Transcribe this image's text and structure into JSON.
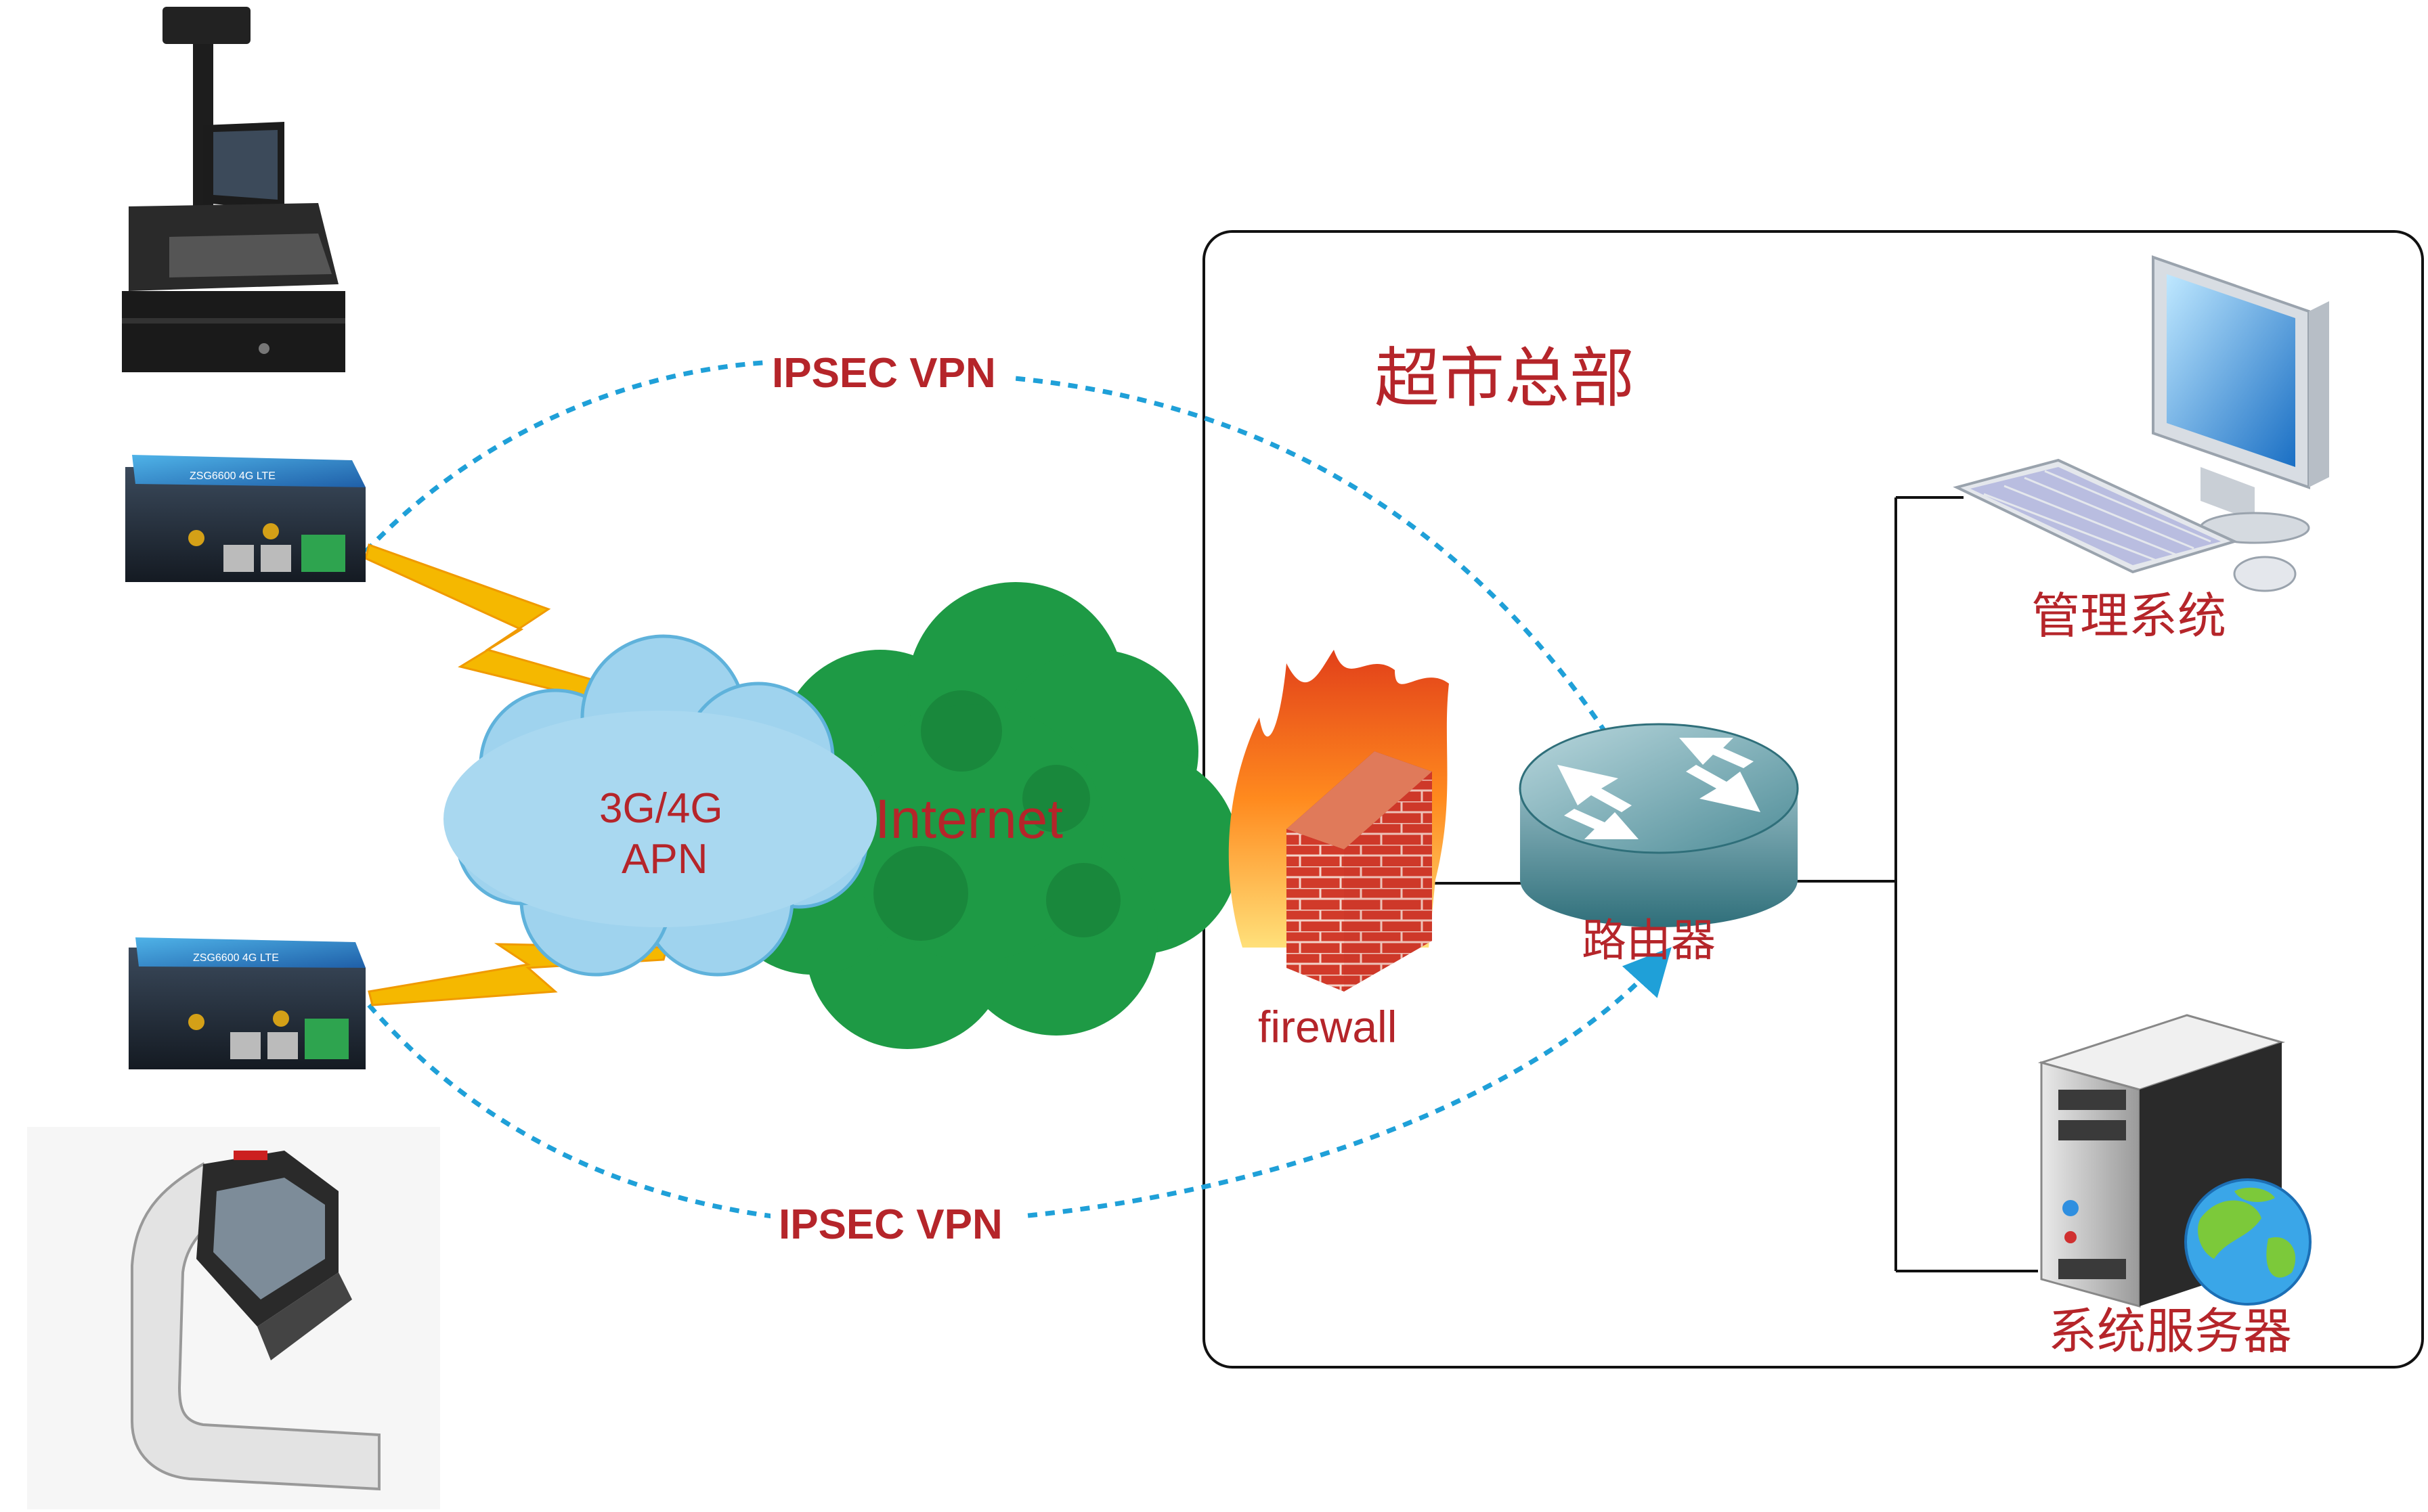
{
  "headquarters": {
    "title": "超市总部"
  },
  "vpn_tunnels": [
    {
      "label": "IPSEC VPN"
    },
    {
      "label": "IPSEC VPN"
    }
  ],
  "networks": {
    "apn": {
      "line1": "3G/4G",
      "line2": "APN"
    },
    "internet": {
      "label": "Internet"
    }
  },
  "devices": {
    "router_top": {
      "model": "ZSG6600 4G LTE"
    },
    "router_bottom": {
      "model": "ZSG6600 4G LTE"
    },
    "firewall": {
      "label": "firewall"
    },
    "core_router": {
      "label": "路由器"
    },
    "management": {
      "label": "管理系统"
    },
    "server": {
      "label": "系统服务器"
    }
  },
  "colors": {
    "label_red": "#b5252a",
    "vpn_line": "#1fa0d8",
    "bolt": "#f5b800",
    "internet_green": "#1e9a45",
    "cloud_blue": "#9fd3ee"
  }
}
